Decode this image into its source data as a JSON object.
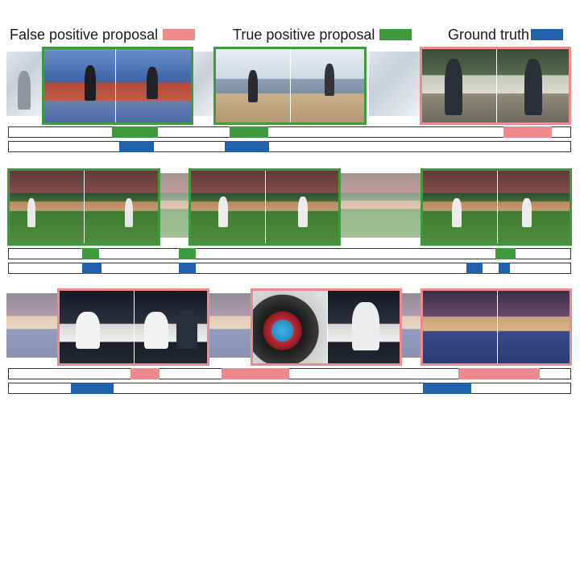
{
  "legend": {
    "false_positive": {
      "label": "False positive proposal",
      "color": "#ee8a8e"
    },
    "true_positive": {
      "label": "True positive proposal",
      "color": "#3e9a3c"
    },
    "ground_truth": {
      "label": "Ground truth",
      "color": "#2262ad"
    }
  },
  "rows": [
    {
      "scene": "athletics-track",
      "proposals": [
        {
          "type": "true_positive",
          "start": 0.183,
          "end": 0.265
        },
        {
          "type": "true_positive",
          "start": 0.393,
          "end": 0.462
        },
        {
          "type": "false_positive",
          "start": 0.881,
          "end": 0.967
        }
      ],
      "ground_truth": [
        {
          "start": 0.197,
          "end": 0.258
        },
        {
          "start": 0.385,
          "end": 0.464
        }
      ]
    },
    {
      "scene": "baseball-pitch",
      "proposals": [
        {
          "type": "true_positive",
          "start": 0.13,
          "end": 0.161
        },
        {
          "type": "true_positive",
          "start": 0.303,
          "end": 0.333
        },
        {
          "type": "true_positive",
          "start": 0.866,
          "end": 0.903
        }
      ],
      "ground_truth": [
        {
          "start": 0.13,
          "end": 0.165
        },
        {
          "start": 0.303,
          "end": 0.333
        },
        {
          "start": 0.815,
          "end": 0.843
        },
        {
          "start": 0.872,
          "end": 0.892
        }
      ]
    },
    {
      "scene": "basketball-game",
      "proposals": [
        {
          "type": "false_positive",
          "start": 0.216,
          "end": 0.268
        },
        {
          "type": "false_positive",
          "start": 0.379,
          "end": 0.5
        },
        {
          "type": "false_positive",
          "start": 0.8,
          "end": 0.946
        }
      ],
      "ground_truth": [
        {
          "start": 0.11,
          "end": 0.186
        },
        {
          "start": 0.738,
          "end": 0.823
        }
      ]
    }
  ]
}
